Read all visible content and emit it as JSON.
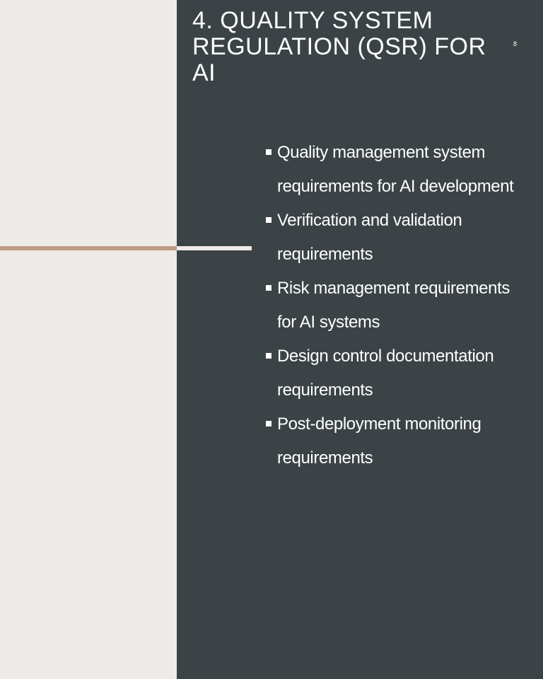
{
  "slide": {
    "title": "4. QUALITY SYSTEM REGULATION (QSR) FOR AI",
    "number": "8",
    "bullets": [
      "Quality management system requirements for AI development",
      "Verification and validation requirements",
      "Risk management requirements for AI systems",
      "Design control documentation requirements",
      "Post-deployment monitoring requirements"
    ]
  },
  "colors": {
    "background_light": "#eeeae7",
    "panel_dark": "#3c4346",
    "accent_tan": "#c09b86",
    "text": "#ffffff"
  }
}
